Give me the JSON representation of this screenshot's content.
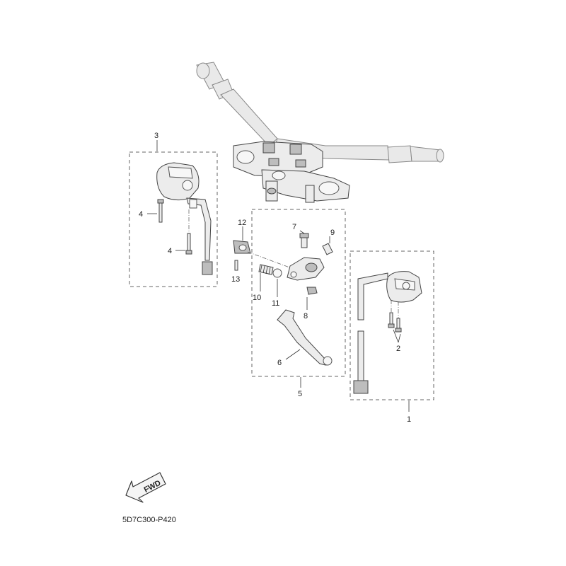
{
  "diagram": {
    "part_numbers": [
      "1",
      "2",
      "3",
      "4",
      "4",
      "5",
      "6",
      "7",
      "8",
      "9",
      "10",
      "11",
      "12",
      "13"
    ],
    "fwd_label": "FWD",
    "drawing_code": "5D7C300-P420"
  }
}
